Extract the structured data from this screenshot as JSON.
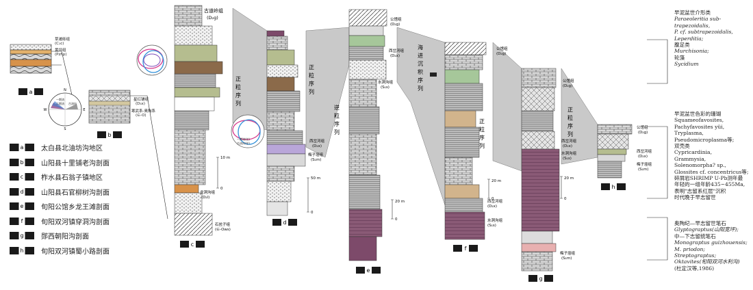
{
  "columns": {
    "a": "a",
    "b": "b",
    "c": "c",
    "d": "d",
    "e": "e",
    "f": "f",
    "g": "g",
    "h": "h"
  },
  "legend": [
    {
      "key": "a",
      "text": "太白县北油坊沟地区"
    },
    {
      "key": "b",
      "text": "山阳县十里铺老沟剖面"
    },
    {
      "key": "c",
      "text": "柞水县石翁子镇地区"
    },
    {
      "key": "d",
      "text": "山阳县石官柳树沟剖面"
    },
    {
      "key": "e",
      "text": "旬阳公馆乡龙王滩剖面"
    },
    {
      "key": "f",
      "text": "旬阳双河镇穿洞沟剖面"
    },
    {
      "key": "g",
      "text": "郧西朝阳沟剖面"
    },
    {
      "key": "h",
      "text": "旬阳双河镇蜀小路剖面"
    }
  ],
  "formations": {
    "a_top": "草滩砾组",
    "a_top_code": "(C₁c)",
    "a_bot": "黄坪组",
    "a_bot_code": "(Pzhp)",
    "b_top": "星红铺组",
    "b_top_code": "(D₃x)",
    "b_bot": "寒武系-奥陶系",
    "b_bot_code": "(∈-O)",
    "c_top": "古道岭组",
    "c_top_code": "(D₂g)",
    "c_mid": "龙洞沟组",
    "c_mid_code": "(D₂l)",
    "c_bot": "石瓮子组",
    "c_bot_code": "(∈-Ows)",
    "d_top": "西岔河组",
    "d_top_code": "(D₂x)",
    "d_bot": "梅子垭组",
    "d_bot_code": "(S₁m)",
    "e_top": "公馆组",
    "e_top_code": "(D₂g)",
    "e_mid": "西岔河组",
    "e_mid_code": "(D₂x)",
    "e_low": "水洞沟组",
    "e_low_code": "(S₁s)",
    "f_top": "公馆组",
    "f_top_code": "(D₂g)",
    "f_mid": "西岔河组",
    "f_mid_code": "(D₂x)",
    "f_bot": "水洞沟组",
    "f_bot_code": "(S₁s)",
    "g_top": "公馆组",
    "g_top_code": "(D₂g)",
    "g_mid": "西岔河组",
    "g_mid_code": "(D₂x)",
    "g_low": "水洞沟组",
    "g_low_code": "(S₁s)",
    "g_bot": "梅子垭组",
    "g_bot_code": "(S₁m)",
    "h_top": "公馆组",
    "h_top_code": "(D₂g)",
    "h_mid": "西岔河组",
    "h_mid_code": "(D₂x)",
    "h_bot": "梅子垭组",
    "h_bot_code": "(S₁m)"
  },
  "sequences": {
    "normal": [
      "正",
      "粒",
      "序",
      "列"
    ],
    "reverse": [
      "逆",
      "粒",
      "序",
      "列"
    ],
    "transgressive": [
      "海",
      "进",
      "沉",
      "积",
      "序",
      "列"
    ]
  },
  "scales": {
    "c": "10 m",
    "d": "50 m",
    "e": "20 m",
    "f": "20 m",
    "g": "20 m",
    "zero": "0"
  },
  "rose": {
    "a": {
      "N": "N",
      "W": "W",
      "E": "E",
      "S": "S",
      "l1": "一期流",
      "l2": "二期流",
      "l3": "古流向"
    },
    "c": {
      "l1": "一期流(花)",
      "l2": "古流向(花)"
    }
  },
  "notes": {
    "top": [
      "早泥盆世介形类",
      "Paraeoleritia sub-",
      "trapezoidalis,",
      "P. cf. subtrapezoidalis,",
      "Leperditia;",
      "腹足类",
      "Murchisonia;",
      "轮藻",
      "Sycidium"
    ],
    "mid": [
      "早泥盆世色彩的珊瑚",
      "Squameofavosites,",
      "Pachyfavosites yüi,",
      "Tryplasma,",
      "Pseudomicroplasma等;",
      "双壳类",
      "Cypricardinia,",
      "Grammysia,",
      "Solenomorpha? sp.,",
      "Glossites cf. concentricus等;",
      "碎屑岩SHRIMP U-Pb测年最",
      "年轻的一组年龄435~455Ma,",
      "表明\"志留系红层\"沉积",
      "时代晚于早志留世"
    ],
    "bot": [
      "奥陶纪—早志留世笔石",
      "Glyptograptus(山阳宽坪);",
      "中—下志留统笔石",
      "Monograptus guizhouensis;",
      "M. priodon;",
      "Streptograptus;",
      "Oktavites(旬阳双河水利沟)",
      "(杜定汉等,1986)"
    ]
  },
  "colors": {
    "gray": "#c9c9c9",
    "limestone": "#dcdcdc",
    "olive": "#b5bd8f",
    "tan": "#d2b48c",
    "orange": "#d8924a",
    "brown": "#8b6a4a",
    "purple": "#7d4a6a",
    "violet": "#b9a6d9",
    "green": "#a6c79a"
  }
}
